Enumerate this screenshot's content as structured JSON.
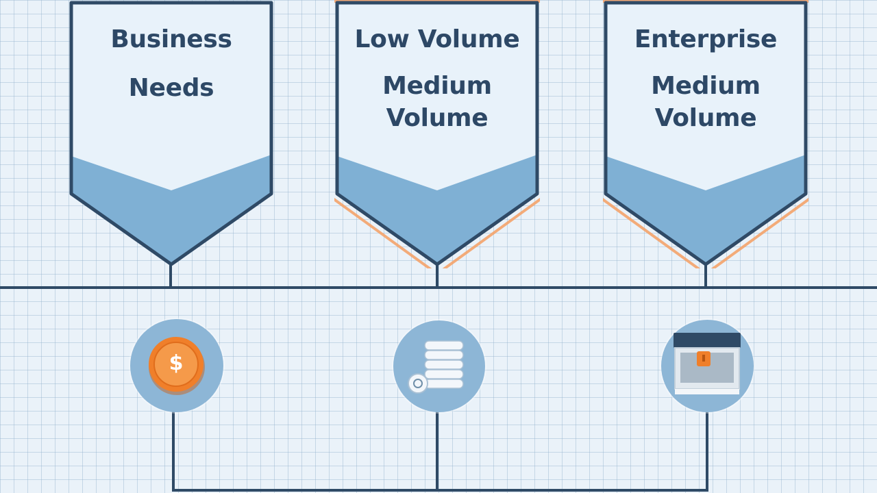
{
  "columns": [
    {
      "title_line1": "Business",
      "title_line2": "Needs",
      "title_line3": "",
      "highlighted": false,
      "icon": "dollar-coin-icon",
      "coin_symbol": "$"
    },
    {
      "title_line1": "Low Volume",
      "title_line2": "Medium",
      "title_line3": "Volume",
      "highlighted": true,
      "icon": "database-stack-icon"
    },
    {
      "title_line1": "Enterprise",
      "title_line2": "Medium",
      "title_line3": "Volume",
      "highlighted": true,
      "icon": "server-chest-icon"
    }
  ],
  "colors": {
    "outline": "#2f4a66",
    "shield_fill": "#e8f2fa",
    "shield_band": "#7fb0d4",
    "highlight": "#f4a36a",
    "icon_circle": "#8db6d6",
    "coin": "#f07f2a"
  }
}
